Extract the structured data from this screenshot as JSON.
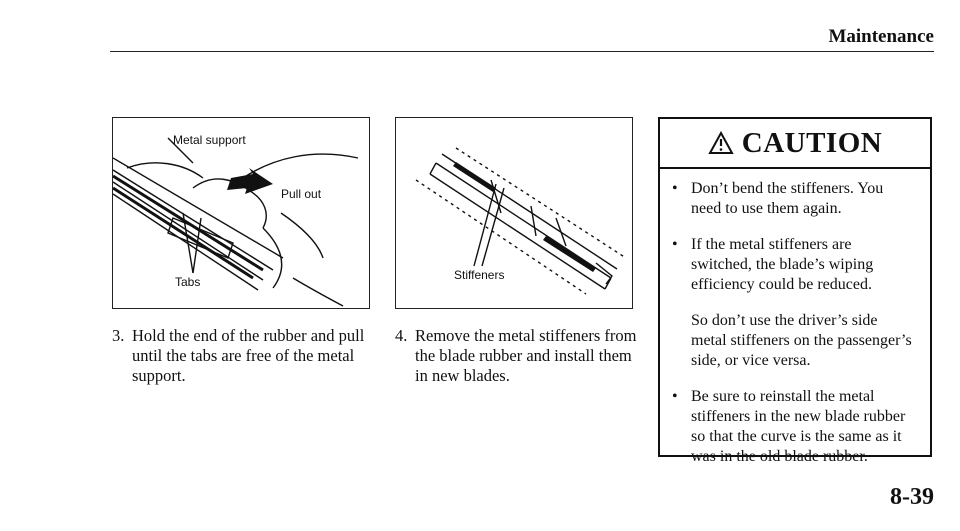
{
  "header": {
    "title": "Maintenance"
  },
  "figures": {
    "fig1": {
      "labels": {
        "metal_support": "Metal support",
        "pull_out": "Pull out",
        "tabs": "Tabs"
      }
    },
    "fig2": {
      "labels": {
        "stiffeners": "Stiffeners"
      }
    }
  },
  "steps": [
    {
      "number": "3.",
      "text": "Hold the end of the rubber and pull until the tabs are free of the metal support."
    },
    {
      "number": "4.",
      "text": "Remove the metal stiffeners from the blade rubber and install them in new blades."
    }
  ],
  "caution": {
    "title": "CAUTION",
    "icon": "warning-triangle-icon",
    "bullet_glyph": "•",
    "items": [
      {
        "type": "bullet",
        "text": "Don’t bend the stiffeners. You need to use them again."
      },
      {
        "type": "bullet",
        "text": "If the metal stiffeners are switched, the blade’s wiping efficiency could be reduced."
      },
      {
        "type": "paragraph",
        "text": "So don’t use the driver’s side metal stiffeners on the passenger’s side, or vice versa."
      },
      {
        "type": "bullet",
        "text": "Be sure to reinstall the metal stiffeners in the new blade rubber so that the curve is the same as it was in the old blade rubber."
      }
    ]
  },
  "page_number": "8-39"
}
